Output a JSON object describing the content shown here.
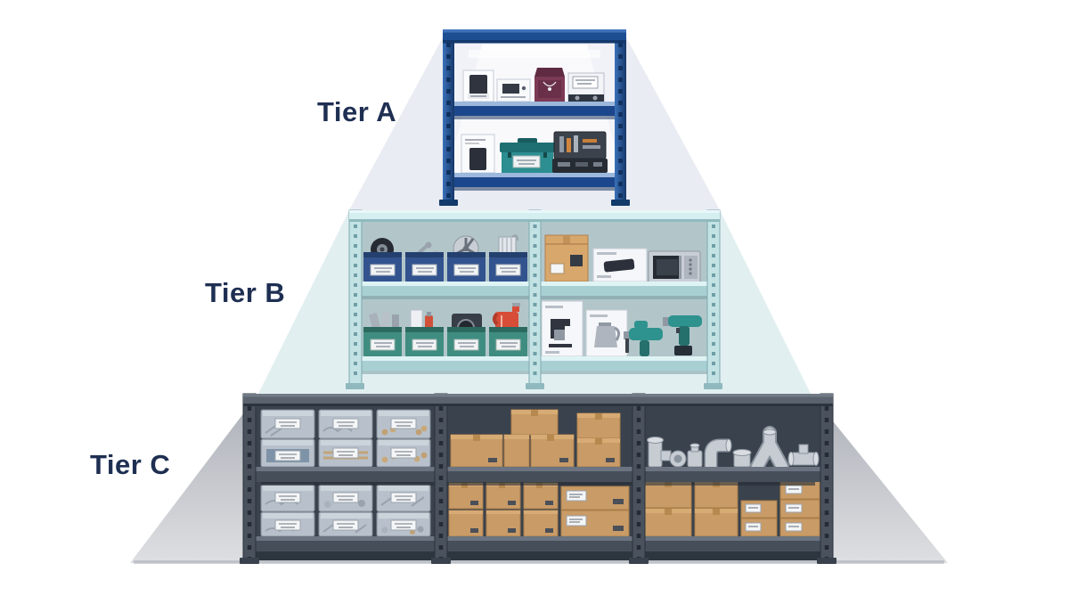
{
  "figure": {
    "type": "tiered-inventory-pyramid-illustration",
    "description": "Three stacked warehouse shelving units arranged as a pyramid with light/shadow cones"
  },
  "labels": {
    "tier_a": "Tier A",
    "tier_b": "Tier B",
    "tier_c": "Tier C"
  },
  "tiers": [
    {
      "label": "Tier A",
      "shelf_style": "blue steel rack with overhead light",
      "items_top_shelf": [
        "smartphone-box",
        "handheld-console-box",
        "jewelry-ring-box",
        "watch-display-case"
      ],
      "items_bottom_shelf": [
        "phone-retail-box",
        "teal-toolbox",
        "open-tool-kit-case"
      ]
    },
    {
      "label": "Tier B",
      "shelf_style": "light teal two-bay rack",
      "left_bay_top_bins": [
        "tire-bin",
        "hand-tools-bin",
        "alloy-wheel-bin",
        "air-filter-bin"
      ],
      "left_bay_bottom_bins": [
        "metal-fittings-bin",
        "cleaner-bottles-bin",
        "compressor-part-bin",
        "motor-oil-jug-bin"
      ],
      "right_bay_top_items": [
        "shipping-box",
        "electronics-box",
        "microwave-oven"
      ],
      "right_bay_bottom_items": [
        "coffee-maker-box",
        "electric-kettle-box",
        "rotary-hammer-drill",
        "cordless-drill"
      ]
    },
    {
      "label": "Tier C",
      "shelf_style": "dark gray industrial three-bay rack",
      "left_bay": [
        "clear-hardware-bins-grid"
      ],
      "middle_bay": [
        "cardboard-box-stacks"
      ],
      "right_bay_top": [
        "pvc-pipe-fittings"
      ],
      "right_bay_bottom": [
        "cardboard-box-stacks"
      ]
    }
  ],
  "colors": {
    "label_text": "#1e2f52",
    "tier_a_frame": "#1d4e92",
    "tier_b_frame": "#c3e2e4",
    "tier_c_frame": "#49525d",
    "navy_bin": "#32538e",
    "green_bin": "#3f8d80",
    "cardboard": "#c99b67",
    "drill_teal": "#2e928e",
    "oil_jug_red": "#d84d38",
    "cone_a": "#eaecf3",
    "cone_b": "#e2eff1",
    "cone_c": "#b6bac1",
    "background": "#ffffff"
  }
}
